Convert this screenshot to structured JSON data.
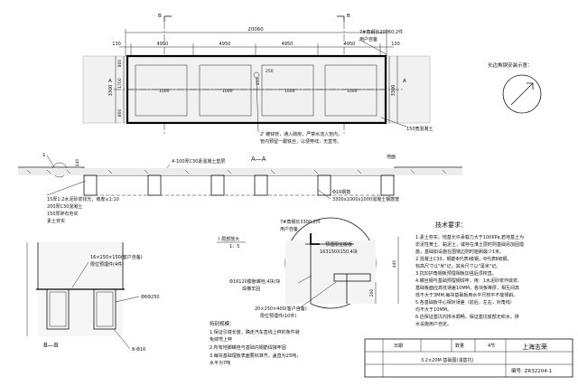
{
  "plan": {
    "total_width": "20060",
    "segment": "4950",
    "edge_left": "130",
    "edge_right": "130",
    "angle_note": "7#角钢长20060,2件",
    "angle_note2": "用户自备",
    "label_b": "B",
    "label_a": "A",
    "height_left": "3300",
    "height_mid": "1700",
    "dim_800": "800",
    "dim_1000": "1000",
    "dim_400": "400",
    "dim_250": "250",
    "dim_400b": "400",
    "dim_3300_right": "3300",
    "note1": "2' 镀锌管，通入磅房，严禁水流入管内，",
    "note2": "管内预留一跟铁丝，以便穿线，无直弯。",
    "concrete_note": "150宽混凝土",
    "angle_install": "长边角钢安装示意："
  },
  "section_aa": {
    "title": "A—A",
    "leader_1": "1",
    "slab_note": "4-100厚C30素混凝土垫层",
    "ground": "地面",
    "rebar": "Φ16钢筋",
    "pier": "3300x1000x1000混凝土钢筋笼",
    "layer1": "15厚1:2水泥砂浆找光，坡度≤1:10",
    "layer2": "200厚C30混凝土",
    "layer3": "150厚碎石夯实",
    "layer4": "素土夯实",
    "dim_440": "440"
  },
  "section_bb": {
    "title": "B—B",
    "plate_note1": "16×150×150(客户自备)",
    "plate_note2": "限位预埋件(4件)",
    "pipe": "Φ6Φ250",
    "rebar": "8-Φ16"
  },
  "detail_1": {
    "title": "I 局部放大",
    "scale": "1：5",
    "angle1": "7#角钢长3300,2件",
    "angle2": "用户自备",
    "embed1": "预埋限位搬板",
    "embed2": "163150X150,4块",
    "bolt1": "Φ16120膨胀螺栓,4块/块",
    "bolt2": "焊横羊固",
    "plate1": "20×250×400(客户自备)",
    "plate2": "限位预埋件(10件)",
    "dim_440": "440",
    "dim_200": "200"
  },
  "special": {
    "title": "特别规模：",
    "l1": "1.保证引镜长度，确走汽车直线上秤的条件避",
    "l2": "免掉弯上秤",
    "l3": "2.所有地脚螺栓与基础内钢筋焊接牢固",
    "l4": "3.每块基础埋板表面要标准齐，盖直为25吨，",
    "l5": "水平为7吨"
  },
  "tech": {
    "title": "技术要求：",
    "lines": [
      "1.素土夯实，地基允许承载力大于100KPa,若地基土为",
      "  淤泥性黄土、黏泥土，或存在淮土层时则基础另加固措",
      "  施，基础如设施在围墙边则时能刷最少1米。",
      "2.混凝土C30，钢筋Φ代表Ⅰ级钢，Φ代表Ⅱ级钢，",
      "  标高尺寸以\"米\"记，其余尺寸以\"毫米\"记。",
      "3.抗凹护角钢板预埋相板加强后须校直。",
      "4.螺丝钢与基础预埋钢焊牢，用：1水泥砂浆作底浆、",
      "  基础板面应高低误差10MM，各块板等厚，相互间高",
      "  低不大于3MM,每块基础板用水平尺校平不能倾斜。",
      "5.各基础板中心相对误差（前后，左右，对角线）",
      "  均不大于10MM。",
      "6.应保证基坑内排水顺畅，保证基坑底部无积水，排",
      "  水设施用户自定。"
    ]
  },
  "titleblock": {
    "date_label": "日期",
    "qty": "数量",
    "sheet": "4节",
    "drawing_name": "3.2×20M 基础图(浅基坑)",
    "company": "上海志荣",
    "number": "编号: ZR32204-1"
  }
}
